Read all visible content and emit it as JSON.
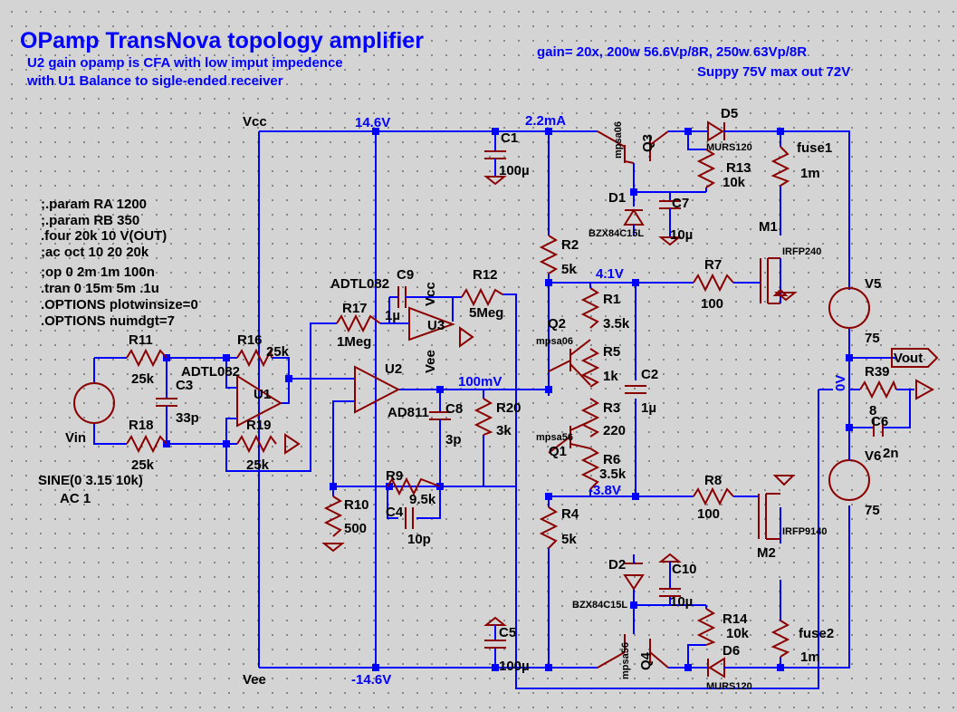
{
  "title": "OPamp TransNova topology amplifier",
  "subtitle_lines": [
    "U2 gain opamp is CFA with low imput impedence",
    "with U1 Balance to sigle-ended receiver"
  ],
  "spec_lines": [
    "gain= 20x, 200w 56.6Vp/8R, 250w 63Vp/8R",
    "Suppy 75V max out 72V"
  ],
  "directives": [
    ";.param RA 1200",
    ";.param RB 350",
    ".four 20k 10 V(OUT)",
    ";ac oct 10 20 20k",
    ";op 0 2m 1m 100n",
    ".tran 0 15m 5m .1u",
    ".OPTIONS plotwinsize=0",
    ".OPTIONS numdgt=7"
  ],
  "rails": {
    "vcc": "Vcc",
    "vee": "Vee"
  },
  "nodes": {
    "vcc_v": "14.6V",
    "vee_v": "-14.6V",
    "bias_i": "2.2mA",
    "n_plus": "4.1V",
    "n_minus": "-3.8V",
    "n_in": "100mV",
    "out": "0V"
  },
  "source": {
    "name": "Vin",
    "func": "SINE(0  3.15 10k)",
    "ac": "AC 1"
  },
  "opamps": {
    "u1": {
      "ref": "U1",
      "model": "ADTL082"
    },
    "u2": {
      "ref": "U2",
      "model": "AD811"
    },
    "u3": {
      "ref": "U3",
      "model": "ADTL082",
      "vcc": "Vcc",
      "vee": "Vee"
    }
  },
  "resistors": {
    "r1": {
      "ref": "R1",
      "val": "3.5k"
    },
    "r2": {
      "ref": "R2",
      "val": "5k"
    },
    "r3": {
      "ref": "R3",
      "val": "220"
    },
    "r4": {
      "ref": "R4",
      "val": "5k"
    },
    "r5": {
      "ref": "R5",
      "val": "1k"
    },
    "r6": {
      "ref": "R6",
      "val": "3.5k"
    },
    "r7": {
      "ref": "R7",
      "val": "100"
    },
    "r8": {
      "ref": "R8",
      "val": "100"
    },
    "r9": {
      "ref": "R9",
      "val": "9.5k"
    },
    "r10": {
      "ref": "R10",
      "val": "500"
    },
    "r11": {
      "ref": "R11",
      "val": "25k"
    },
    "r12": {
      "ref": "R12",
      "val": "5Meg"
    },
    "r13": {
      "ref": "R13",
      "val": "10k"
    },
    "r14": {
      "ref": "R14",
      "val": "10k"
    },
    "r16": {
      "ref": "R16",
      "val": "25k"
    },
    "r17": {
      "ref": "R17",
      "val": "1Meg"
    },
    "r18": {
      "ref": "R18",
      "val": "25k"
    },
    "r19": {
      "ref": "R19",
      "val": "25k"
    },
    "r20": {
      "ref": "R20",
      "val": "3k"
    },
    "r39": {
      "ref": "R39",
      "val": "8"
    }
  },
  "capacitors": {
    "c1": {
      "ref": "C1",
      "val": "100µ"
    },
    "c2": {
      "ref": "C2",
      "val": "1µ"
    },
    "c3": {
      "ref": "C3",
      "val": "33p"
    },
    "c4": {
      "ref": "C4",
      "val": "10p"
    },
    "c5": {
      "ref": "C5",
      "val": "100µ"
    },
    "c6": {
      "ref": "C6",
      "val": "2n"
    },
    "c7": {
      "ref": "C7",
      "val": "10µ"
    },
    "c8": {
      "ref": "C8",
      "val": "3p"
    },
    "c9": {
      "ref": "C9",
      "val": "1µ"
    },
    "c10": {
      "ref": "C10",
      "val": "10µ"
    }
  },
  "transistors": {
    "q1": {
      "ref": "Q1",
      "model": "mpsa56"
    },
    "q2": {
      "ref": "Q2",
      "model": "mpsa06"
    },
    "q3": {
      "ref": "Q3",
      "model": "mpsa06"
    },
    "q4": {
      "ref": "Q4",
      "model": "mpsa56"
    },
    "m1": {
      "ref": "M1",
      "model": "IRFP240"
    },
    "m2": {
      "ref": "M2",
      "model": "IRFP9140"
    }
  },
  "diodes": {
    "d1": {
      "ref": "D1",
      "model": "BZX84C15L"
    },
    "d2": {
      "ref": "D2",
      "model": "BZX84C15L"
    },
    "d5": {
      "ref": "D5",
      "model": "MURS120"
    },
    "d6": {
      "ref": "D6",
      "model": "MURS120"
    }
  },
  "fuses": {
    "f1": {
      "ref": "fuse1",
      "val": "1m"
    },
    "f2": {
      "ref": "fuse2",
      "val": "1m"
    }
  },
  "supplies": {
    "v5": {
      "ref": "V5",
      "val": "75"
    },
    "v6": {
      "ref": "V6",
      "val": "75"
    }
  },
  "output": {
    "label": "Vout"
  },
  "colors": {
    "background": "#d4d4d4",
    "grid_dot": "#7a7a7a",
    "wire": "#0000ff",
    "component": "#8a0000",
    "text": "#000000",
    "title": "#0000ff"
  }
}
